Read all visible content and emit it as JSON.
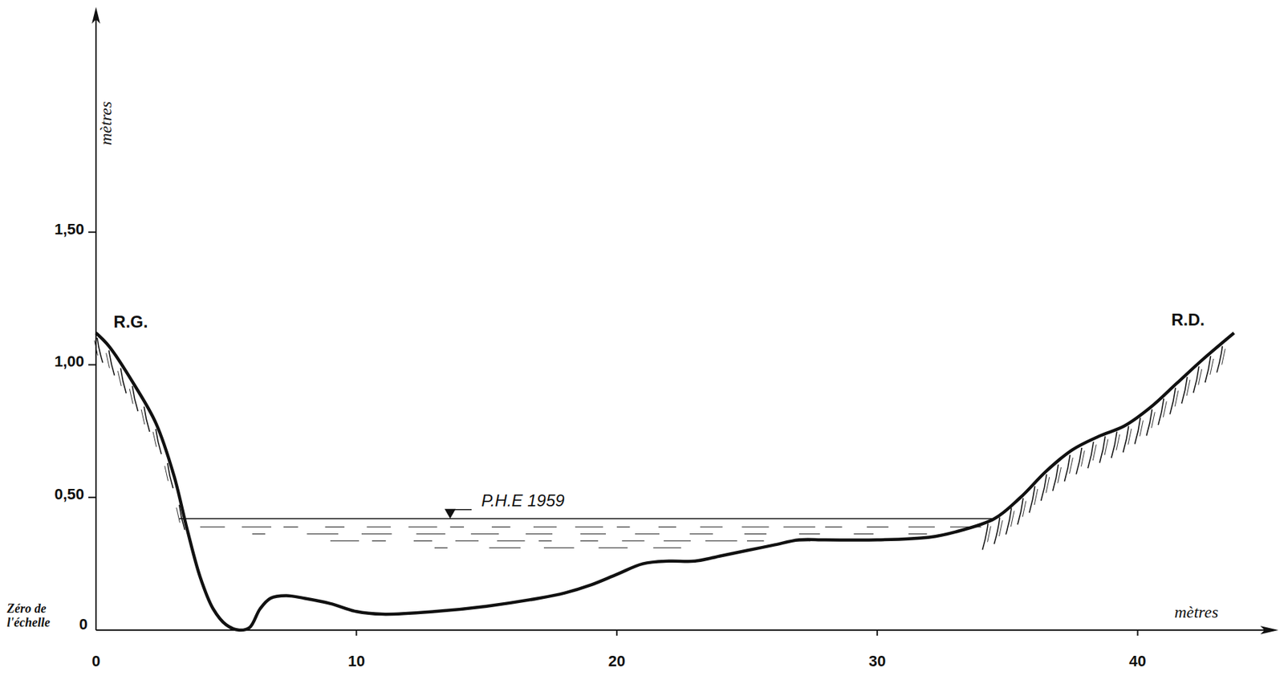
{
  "diagram": {
    "labels": [
      "mètres",
      "1,50",
      "1,00",
      "0,50",
      "Zéro de l'échelle",
      "0",
      "R.G.",
      "P.H.E 1959",
      "R.D.",
      "mètres",
      "0",
      "10",
      "20",
      "30",
      "40"
    ]
  }
}
